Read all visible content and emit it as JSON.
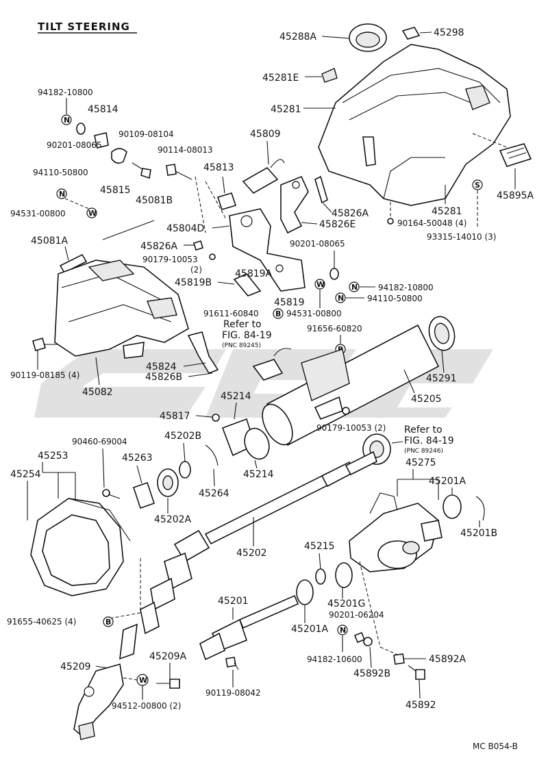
{
  "title": "TILT STEERING",
  "figure_code": "MC B054-B",
  "labels": {
    "p45288A": "45288A",
    "p45298": "45298",
    "p45281E": "45281E",
    "p45281a": "45281",
    "p45281b": "45281",
    "p45895A": "45895A",
    "p94182_10800a": "94182-10800",
    "p45814": "45814",
    "p90109": "90109-08104",
    "p90201_08065a": "90201-08065",
    "p94110_50800a": "94110-50800",
    "p45815": "45815",
    "p90114": "90114-08013",
    "p45813": "45813",
    "p45809": "45809",
    "p45826A": "45826A",
    "p45826E": "45826E",
    "p90164": "90164-50048 (4)",
    "p93315": "93315-14010 (3)",
    "p94531_a": "94531-00800",
    "p45081B": "45081B",
    "p45804D": "45804D",
    "p45081A": "45081A",
    "p45826A2": "45826A",
    "p90179_a": "90179-10053",
    "p90179_a_qty": "(2)",
    "p90201_08065b": "90201-08065",
    "p45819A": "45819A",
    "p45819B": "45819B",
    "p94182_10800b": "94182-10800",
    "p45819": "45819",
    "p94110_50800b": "94110-50800",
    "p91611": "91611-60840",
    "p94531_b": "94531-00800",
    "p91656": "91656-60820",
    "ref1_line1": "Refer to",
    "ref1_line2": "FIG. 84-19",
    "ref1_line3": "(PNC 89245)",
    "p90119_08185": "90119-08185 (4)",
    "p45082": "45082",
    "p45824": "45824",
    "p45826B": "45826B",
    "p45291": "45291",
    "p45205": "45205",
    "p45214a": "45214",
    "p45817": "45817",
    "p90179_b": "90179-10053 (2)",
    "ref2_line1": "Refer to",
    "ref2_line2": "FIG. 84-19",
    "ref2_line3": "(PNC 89246)",
    "p90460": "90460-69004",
    "p45202B": "45202B",
    "p45253": "45253",
    "p45263": "45263",
    "p45254": "45254",
    "p45214b": "45214",
    "p45275": "45275",
    "p45264": "45264",
    "p45201A_a": "45201A",
    "p45202A": "45202A",
    "p45201B": "45201B",
    "p45202": "45202",
    "p45215": "45215",
    "p45201": "45201",
    "p45201G": "45201G",
    "p90201_06204": "90201-06204",
    "p91655": "91655-40625 (4)",
    "p45201A_b": "45201A",
    "p94182_10600": "94182-10600",
    "p45209A": "45209A",
    "p45892A": "45892A",
    "p45209": "45209",
    "p45892B": "45892B",
    "p90119_08042": "90119-08042",
    "p94512": "94512-00800 (2)",
    "p45892": "45892"
  },
  "symbols": {
    "N": "N",
    "W": "W",
    "S": "S",
    "B": "B"
  }
}
